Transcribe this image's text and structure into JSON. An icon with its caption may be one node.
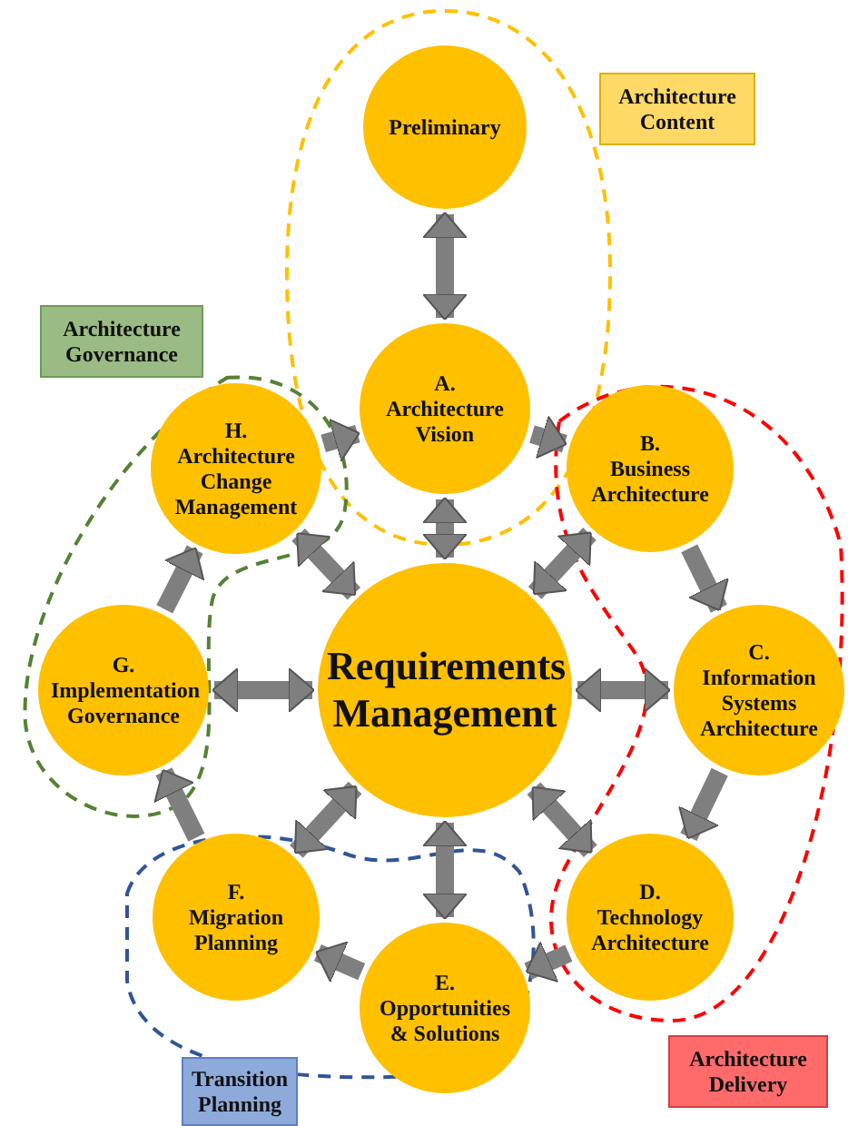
{
  "diagram": {
    "nodes": [
      {
        "text": [
          "Preliminary"
        ]
      },
      {
        "text": [
          "A.",
          "Architecture Vision"
        ]
      },
      {
        "text": [
          "B.",
          "Business Architecture"
        ]
      },
      {
        "text": [
          "C.",
          "Information Systems Architecture"
        ]
      },
      {
        "text": [
          "D.",
          "Technology Architecture"
        ]
      },
      {
        "text": [
          "E.",
          "Opportunities & Solutions"
        ]
      },
      {
        "text": [
          "F.",
          "Migration Planning"
        ]
      },
      {
        "text": [
          "G.",
          "Implementation Governance"
        ]
      },
      {
        "text": [
          "H.",
          "Architecture Change Management"
        ]
      },
      {
        "text": [
          "Requirements Management"
        ]
      },
      {
        "text": [
          "Architecture Content"
        ]
      },
      {
        "text": [
          "Architecture Governance"
        ]
      },
      {
        "text": [
          "Transition Planning"
        ]
      },
      {
        "text": [
          "Architecture Delivery"
        ]
      }
    ],
    "edges": [
      {
        "from": 0,
        "to": 1,
        "arrow": "both"
      },
      {
        "from": 1,
        "to": 2,
        "arrow": "to"
      },
      {
        "from": 2,
        "to": 3,
        "arrow": "to"
      },
      {
        "from": 3,
        "to": 4,
        "arrow": "to"
      },
      {
        "from": 4,
        "to": 5,
        "arrow": "to"
      },
      {
        "from": 5,
        "to": 6,
        "arrow": "to"
      },
      {
        "from": 6,
        "to": 7,
        "arrow": "to"
      },
      {
        "from": 7,
        "to": 8,
        "arrow": "to"
      },
      {
        "from": 8,
        "to": 1,
        "arrow": "to"
      },
      {
        "from": 9,
        "to": 1,
        "arrow": "both"
      },
      {
        "from": 9,
        "to": 2,
        "arrow": "both"
      },
      {
        "from": 9,
        "to": 3,
        "arrow": "both"
      },
      {
        "from": 9,
        "to": 4,
        "arrow": "both"
      },
      {
        "from": 9,
        "to": 5,
        "arrow": "both"
      },
      {
        "from": 9,
        "to": 6,
        "arrow": "both"
      },
      {
        "from": 9,
        "to": 7,
        "arrow": "both"
      },
      {
        "from": 9,
        "to": 8,
        "arrow": "both"
      }
    ]
  }
}
